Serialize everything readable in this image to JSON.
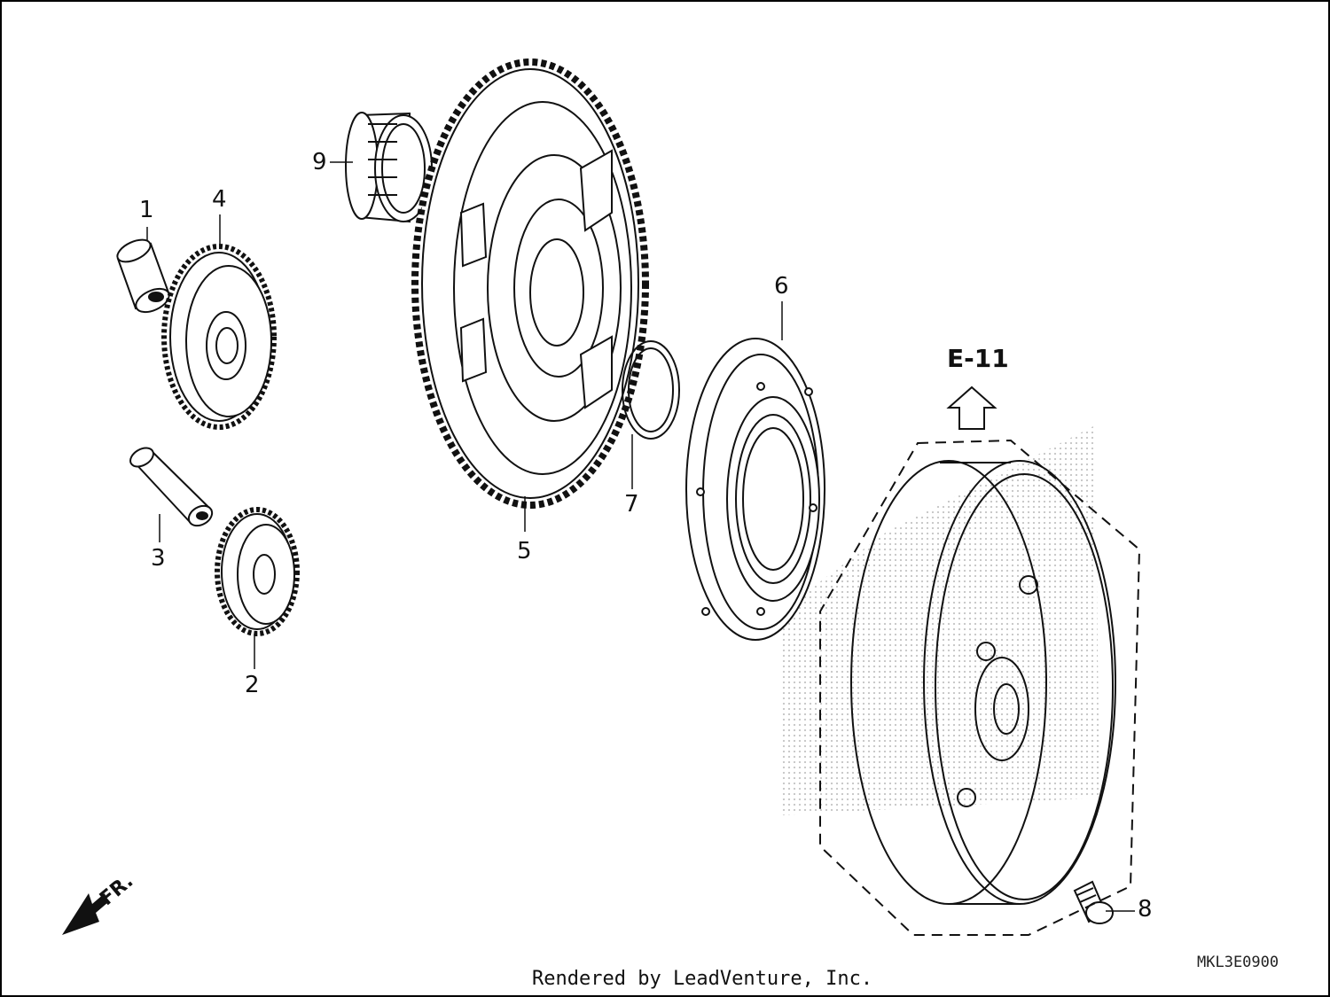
{
  "callouts": [
    {
      "id": "1",
      "text": "1"
    },
    {
      "id": "2",
      "text": "2"
    },
    {
      "id": "3",
      "text": "3"
    },
    {
      "id": "4",
      "text": "4"
    },
    {
      "id": "5",
      "text": "5"
    },
    {
      "id": "6",
      "text": "6"
    },
    {
      "id": "7",
      "text": "7"
    },
    {
      "id": "8",
      "text": "8"
    },
    {
      "id": "9",
      "text": "9"
    }
  ],
  "reference": "E-11",
  "direction_label": "FR.",
  "diagram_code": "MKL3E0900",
  "credit": "Rendered by LeadVenture, Inc.",
  "colors": {
    "line": "#111111",
    "background": "#ffffff",
    "watermark": "#c8c8c8"
  }
}
